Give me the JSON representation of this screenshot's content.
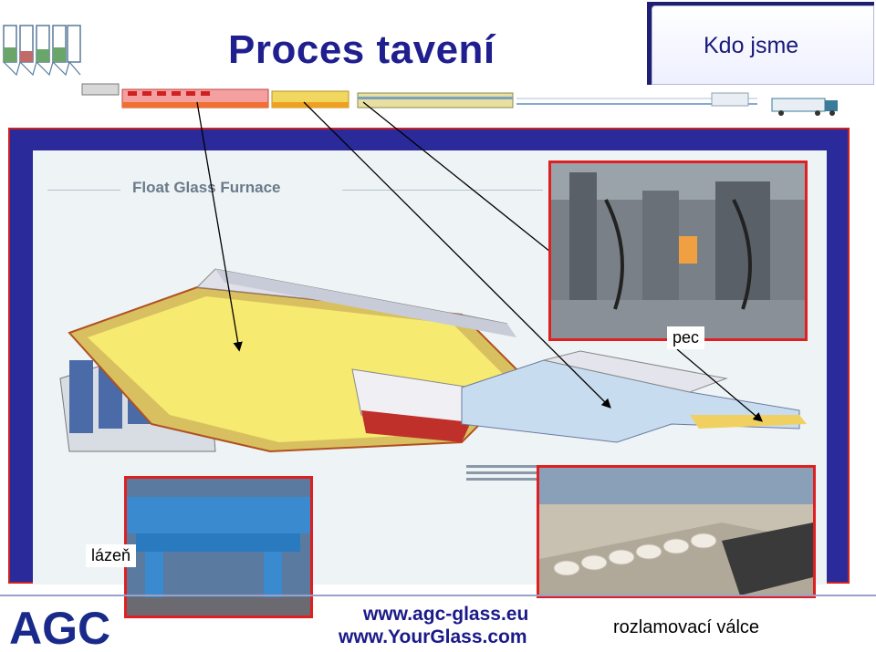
{
  "header": {
    "title": "Proces tavení",
    "nav_button": "Kdo jsme"
  },
  "slide": {
    "furnace_heading": "Float Glass Furnace",
    "labels": {
      "pec": "pec",
      "lazen": "lázeň",
      "rollers": "rozlamovací válce"
    }
  },
  "footer": {
    "logo": "AGC",
    "url1": "www.agc-glass.eu",
    "url2": "www.YourGlass.com"
  },
  "colors": {
    "title_blue": "#1f1f8f",
    "frame_blue": "#2a2a9a",
    "frame_red": "#cc2222",
    "logo_blue": "#1a2a8a"
  }
}
